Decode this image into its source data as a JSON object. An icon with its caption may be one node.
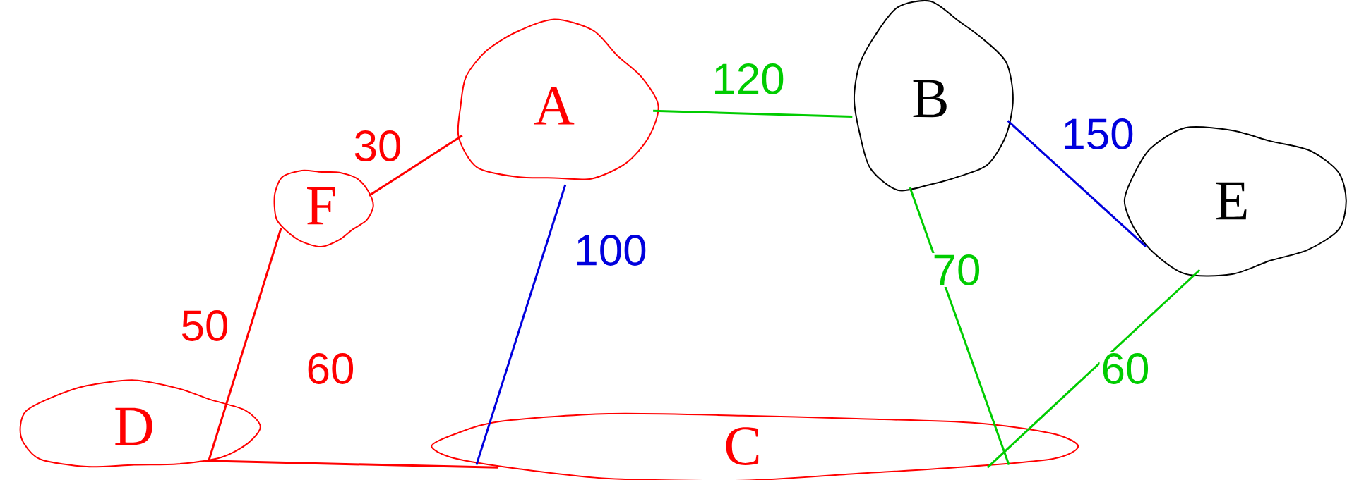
{
  "diagram": {
    "nodes": [
      {
        "text": [
          "A"
        ]
      },
      {
        "text": [
          "B"
        ]
      },
      {
        "text": [
          "C"
        ]
      },
      {
        "text": [
          "D"
        ]
      },
      {
        "text": [
          "E"
        ]
      },
      {
        "text": [
          "F"
        ]
      }
    ],
    "edges": [
      {
        "from": 0,
        "to": 1,
        "arrow": "none",
        "label": "120",
        "color": "#00cc00"
      },
      {
        "from": 1,
        "to": 4,
        "arrow": "none",
        "label": "150",
        "color": "#0000dd"
      },
      {
        "from": 0,
        "to": 2,
        "arrow": "none",
        "label": "100",
        "color": "#0000dd"
      },
      {
        "from": 1,
        "to": 2,
        "arrow": "none",
        "label": "70",
        "color": "#00cc00"
      },
      {
        "from": 4,
        "to": 2,
        "arrow": "none",
        "label": "60",
        "color": "#00cc00"
      },
      {
        "from": 0,
        "to": 5,
        "arrow": "none",
        "label": "30",
        "color": "#ff0000"
      },
      {
        "from": 5,
        "to": 3,
        "arrow": "none",
        "label": "50",
        "color": "#ff0000"
      },
      {
        "from": 3,
        "to": 2,
        "arrow": "none",
        "label": "60",
        "color": "#ff0000"
      }
    ]
  }
}
